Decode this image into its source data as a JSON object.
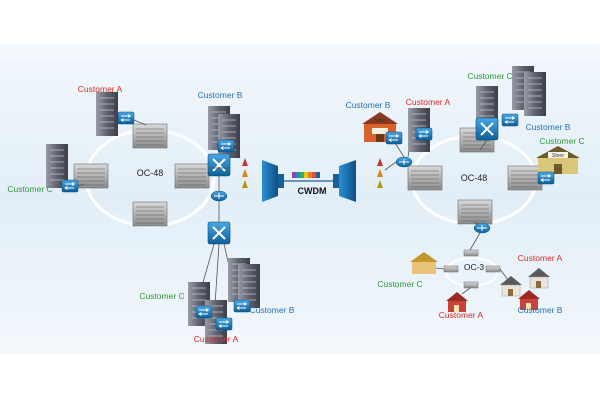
{
  "colors": {
    "customer_a": "#d42a2a",
    "customer_b": "#1f6fb8",
    "customer_c": "#2e9a3c",
    "switch_blue": "#1b82c4",
    "ring": "#ffffff",
    "background": "#e6f1f8"
  },
  "labels": {
    "left_ring": "OC-48",
    "right_ring": "OC-48",
    "oc3": "OC-3",
    "cwdm": "CWDM",
    "store": "Store"
  },
  "customers": [
    {
      "text": "Customer A",
      "kind": "a"
    },
    {
      "text": "Customer B",
      "kind": "b"
    },
    {
      "text": "Customer C",
      "kind": "c"
    },
    {
      "text": "Customer C",
      "kind": "c"
    },
    {
      "text": "Customer B",
      "kind": "b"
    },
    {
      "text": "Customer A",
      "kind": "a"
    },
    {
      "text": "Customer B",
      "kind": "b"
    },
    {
      "text": "Customer A",
      "kind": "a"
    },
    {
      "text": "Customer C",
      "kind": "c"
    },
    {
      "text": "Customer B",
      "kind": "b"
    },
    {
      "text": "Customer C",
      "kind": "c"
    },
    {
      "text": "Customer C",
      "kind": "c"
    },
    {
      "text": "Customer A",
      "kind": "a"
    },
    {
      "text": "Customer A",
      "kind": "a"
    },
    {
      "text": "Customer B",
      "kind": "b"
    }
  ]
}
